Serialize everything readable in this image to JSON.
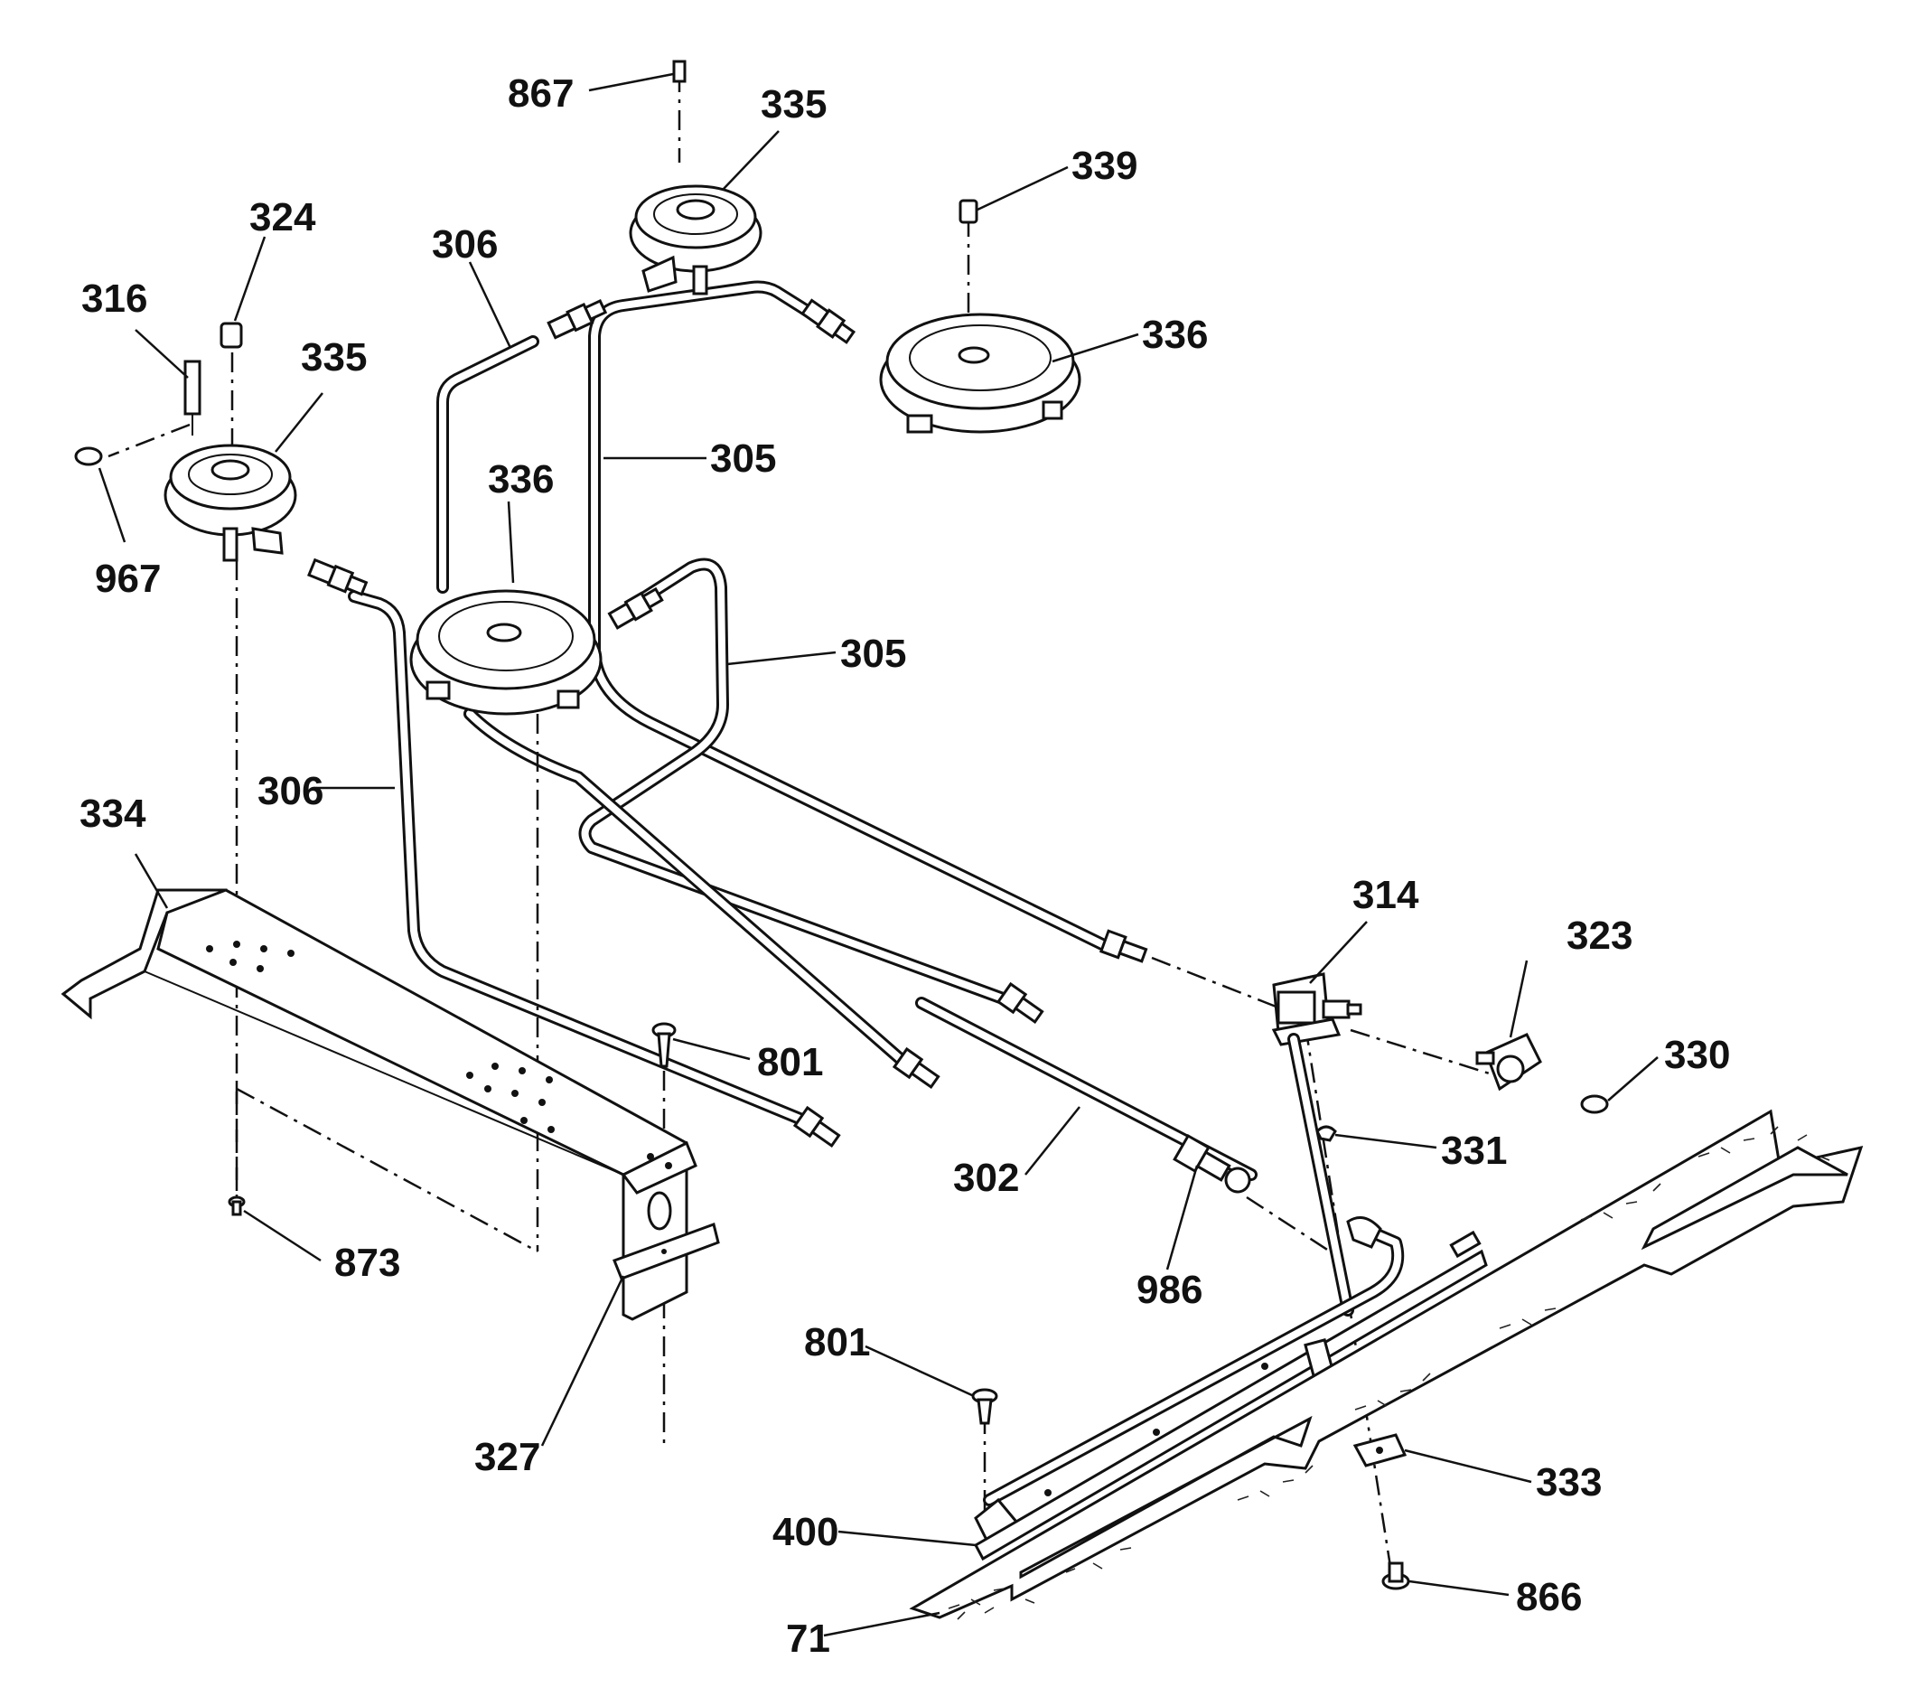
{
  "diagram": {
    "callouts": {
      "c867": "867",
      "c335a": "335",
      "c339": "339",
      "c324": "324",
      "c306a": "306",
      "c316": "316",
      "c335b": "335",
      "c336a": "336",
      "c305a": "305",
      "c336b": "336",
      "c967": "967",
      "c305b": "305",
      "c306b": "306",
      "c334": "334",
      "c314": "314",
      "c323": "323",
      "c801a": "801",
      "c330": "330",
      "c331": "331",
      "c302": "302",
      "c873": "873",
      "c986": "986",
      "c801b": "801",
      "c327": "327",
      "c333": "333",
      "c400": "400",
      "c866": "866",
      "c71": "71"
    }
  }
}
